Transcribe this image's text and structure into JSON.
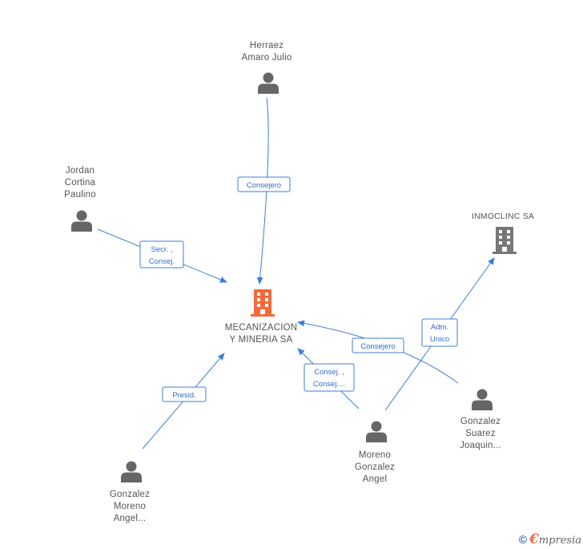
{
  "colors": {
    "edge": "#3d7fd6",
    "person": "#666666",
    "company": "#777777",
    "focus_company": "#f26a3a"
  },
  "nodes": {
    "herraez": {
      "type": "person",
      "label": [
        "Herraez",
        "Amaro Julio"
      ]
    },
    "jordan": {
      "type": "person",
      "label": [
        "Jordan",
        "Cortina",
        "Paulino"
      ]
    },
    "mecanizacion": {
      "type": "company",
      "focus": true,
      "label": [
        "MECANIZACION",
        "Y MINERIA SA"
      ]
    },
    "inmoclinc": {
      "type": "company",
      "label": [
        "INMOCLINC SA"
      ]
    },
    "gonzalez_suarez": {
      "type": "person",
      "label": [
        "Gonzalez",
        "Suarez",
        "Joaquin..."
      ]
    },
    "moreno": {
      "type": "person",
      "label": [
        "Moreno",
        "Gonzalez",
        "Angel"
      ]
    },
    "gonzalez_moreno": {
      "type": "person",
      "label": [
        "Gonzalez",
        "Moreno",
        "Angel..."
      ]
    }
  },
  "edges": [
    {
      "from": "herraez",
      "to": "mecanizacion",
      "label": [
        "Consejero"
      ]
    },
    {
      "from": "jordan",
      "to": "mecanizacion",
      "label": [
        "Secr. ,",
        "Consej."
      ]
    },
    {
      "from": "gonzalez_suarez",
      "to": "mecanizacion",
      "label": [
        "Consejero"
      ]
    },
    {
      "from": "moreno",
      "to": "mecanizacion",
      "label": [
        "Consej. ,",
        "Consej...."
      ]
    },
    {
      "from": "moreno",
      "to": "inmoclinc",
      "label": [
        "Adm.",
        "Unico"
      ]
    },
    {
      "from": "gonzalez_moreno",
      "to": "mecanizacion",
      "label": [
        "Presid."
      ]
    }
  ],
  "footer": {
    "copyright": "©",
    "brand_initial": "€",
    "brand_rest": "mpresia"
  }
}
